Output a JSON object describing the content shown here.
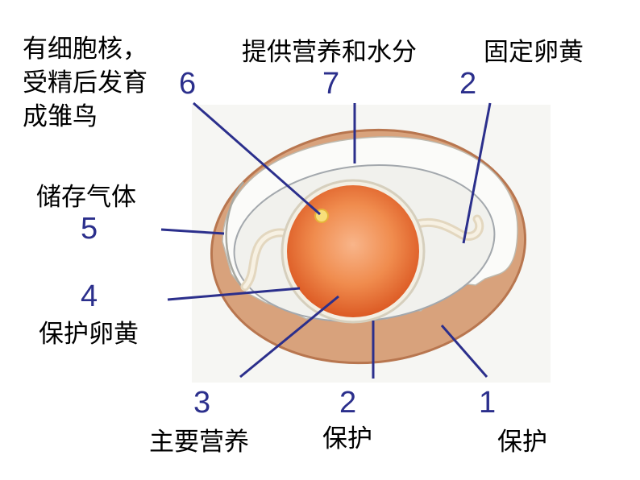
{
  "labels": {
    "top_left": {
      "number": "6",
      "lines": [
        "有细胞核，",
        "受精后发育",
        "成雏鸟"
      ]
    },
    "top_center": {
      "number": "7",
      "text": "提供营养和水分"
    },
    "top_right": {
      "number": "2",
      "text": "固定卵黄"
    },
    "left_upper": {
      "number": "5",
      "text": "储存气体"
    },
    "left_lower": {
      "number": "4",
      "text": "保护卵黄"
    },
    "bottom_left": {
      "number": "3",
      "text": "主要营养"
    },
    "bottom_center": {
      "number": "2",
      "text": "保护"
    },
    "bottom_right": {
      "number": "1",
      "text": "保护"
    }
  },
  "colors": {
    "number": "#2b2f8c",
    "pointer_line": "#2b2f8c",
    "text": "#000000",
    "shell": "#d8a27c",
    "yolk": "#e4622a"
  }
}
